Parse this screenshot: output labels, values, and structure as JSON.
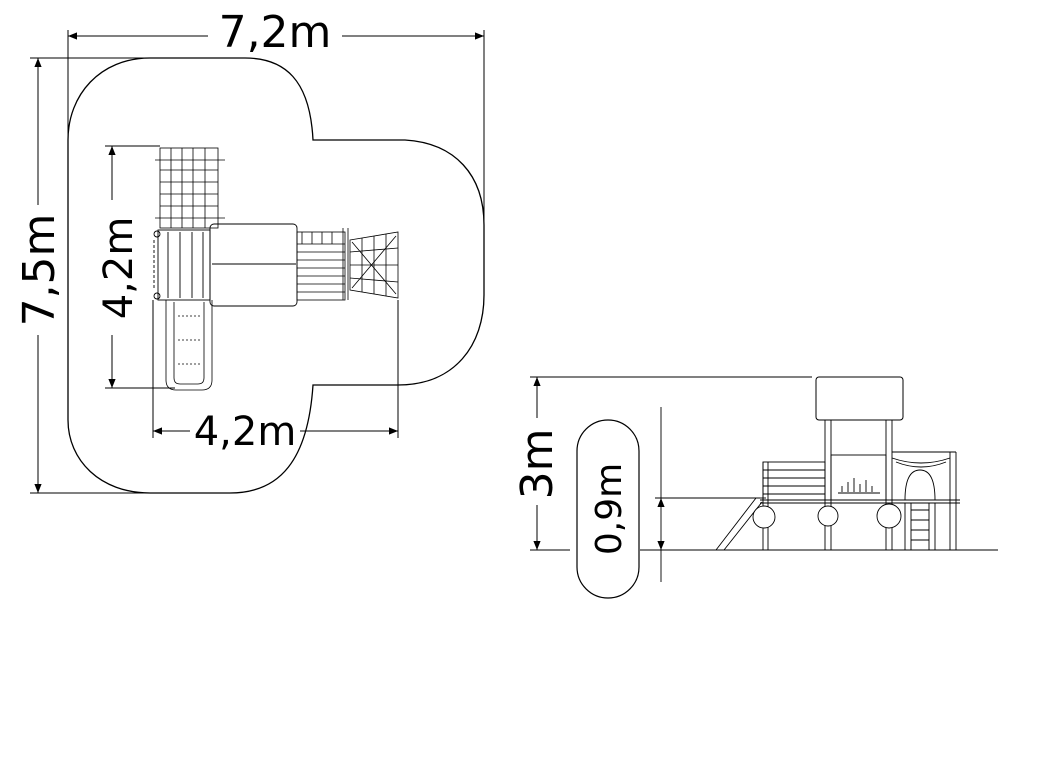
{
  "plan_view": {
    "width_label": "7,2m",
    "depth_label": "7,5m",
    "structure_depth_label": "4,2m",
    "structure_width_label": "4,2m"
  },
  "side_view": {
    "height_label": "3m",
    "fall_height_label": "0,9m"
  },
  "colors": {
    "line": "#000000",
    "background": "#ffffff"
  }
}
